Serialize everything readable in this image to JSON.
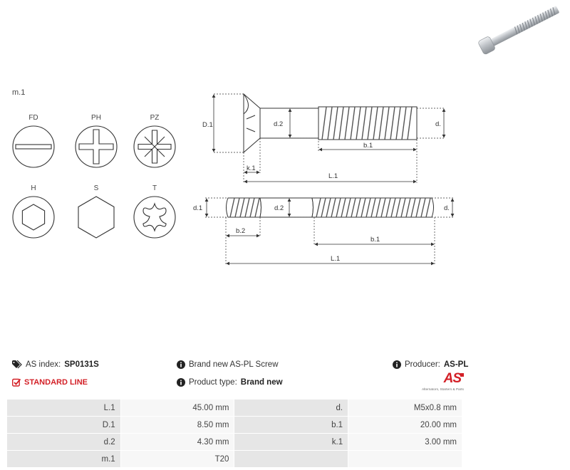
{
  "diagram": {
    "measure_label": "m.1",
    "drive_types": [
      "FD",
      "PH",
      "PZ",
      "H",
      "S",
      "T"
    ],
    "dims": {
      "D1": "D.1",
      "d2": "d.2",
      "d": "d.",
      "k1": "k.1",
      "b1": "b.1",
      "L1": "L.1",
      "d1": "d.1",
      "b2": "b.2"
    }
  },
  "info": {
    "index_label": "AS index:",
    "index_value": "SP0131S",
    "line_label": "STANDARD LINE",
    "description": "Brand new AS-PL Screw",
    "product_type_label": "Product type:",
    "product_type_value": "Brand new",
    "producer_label": "Producer:",
    "producer_value": "AS-PL",
    "logo_text": "AS",
    "logo_tagline": "Alternators, Starters & Parts"
  },
  "specs": [
    [
      "L.1",
      "45.00 mm",
      "d.",
      "M5x0.8 mm"
    ],
    [
      "D.1",
      "8.50 mm",
      "b.1",
      "20.00 mm"
    ],
    [
      "d.2",
      "4.30 mm",
      "k.1",
      "3.00 mm"
    ],
    [
      "m.1",
      "T20",
      "",
      ""
    ]
  ],
  "colors": {
    "accent": "#d32027",
    "table_key_bg": "#e6e6e6",
    "table_val_bg": "#f7f7f7"
  }
}
